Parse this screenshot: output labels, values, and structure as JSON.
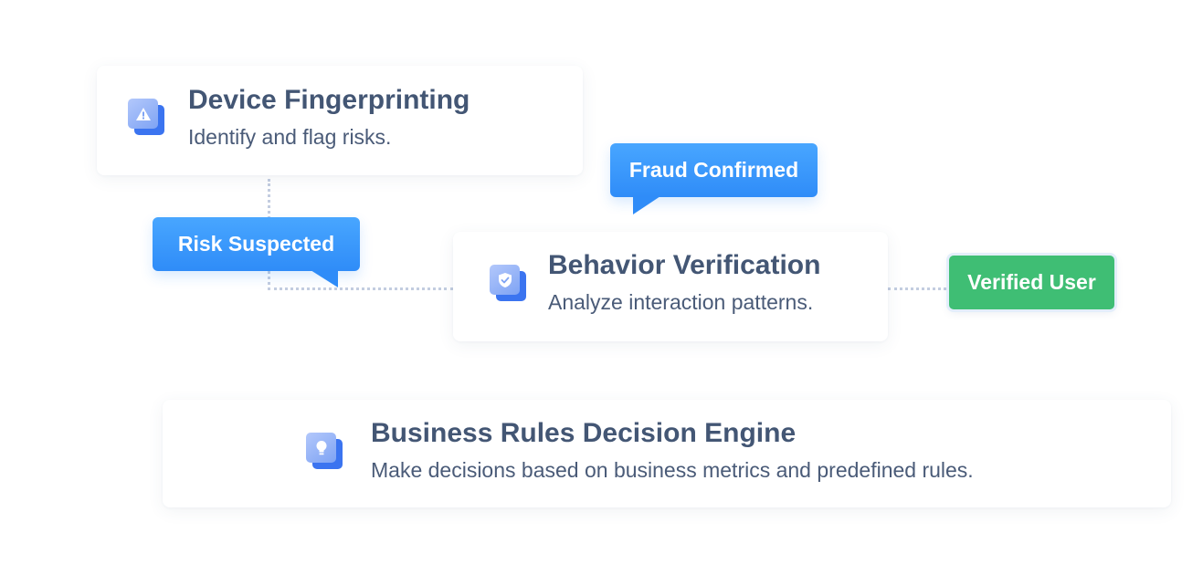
{
  "nodes": {
    "device": {
      "title": "Device Fingerprinting",
      "desc": "Identify and flag risks.",
      "icon": "warning-icon"
    },
    "behavior": {
      "title": "Behavior Verification",
      "desc": "Analyze interaction patterns.",
      "icon": "shield-check-icon"
    },
    "business": {
      "title": "Business Rules Decision Engine",
      "desc": "Make decisions based on business metrics and predefined rules.",
      "icon": "lightbulb-icon"
    }
  },
  "labels": {
    "risk": "Risk Suspected",
    "fraud": "Fraud Confirmed",
    "verified": "Verified User"
  },
  "colors": {
    "accent_blue": "#2f8cf8",
    "icon_blue": "#3b74f0",
    "verified_green": "#3fbe74",
    "text_dark": "#435674",
    "connector": "#c3cde0"
  }
}
